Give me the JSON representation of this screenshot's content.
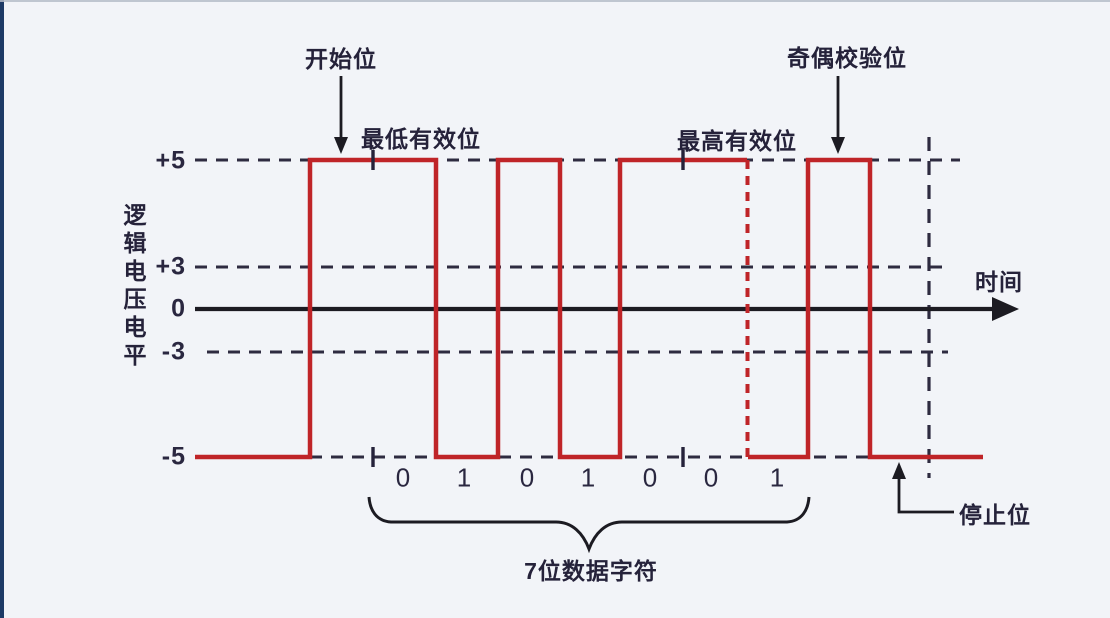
{
  "page": {
    "background": "#f2f4f8",
    "edge_strip_color": "#1d3a66"
  },
  "labels": {
    "start_bit": "开始位",
    "lsb": "最低有效位",
    "msb": "最高有效位",
    "parity_bit": "奇偶校验位",
    "stop_bit": "停止位",
    "time": "时间",
    "y_axis": "逻辑电压电平",
    "data_group": "7位数据字符"
  },
  "chart_data": {
    "type": "line",
    "subtype": "digital-serial-waveform",
    "xlabel": "时间",
    "ylabel": "逻辑电压电平",
    "ytick_labels": [
      "+5",
      "+3",
      "0",
      "-3",
      "-5"
    ],
    "y_levels": [
      5,
      3,
      0,
      -3,
      -5
    ],
    "dashed_gridlines_at": [
      5,
      3,
      -3,
      -5
    ],
    "data_bits": [
      "0",
      "1",
      "0",
      "1",
      "0",
      "0",
      "1"
    ],
    "segments": [
      {
        "label": "开始位",
        "level": "+5"
      },
      {
        "bit": "0",
        "level": "+5",
        "note": "最低有效位"
      },
      {
        "bit": "1",
        "level": "-5"
      },
      {
        "bit": "0",
        "level": "+5"
      },
      {
        "bit": "1",
        "level": "-5"
      },
      {
        "bit": "0",
        "level": "+5"
      },
      {
        "bit": "0",
        "level": "+5"
      },
      {
        "bit": "1",
        "level": "-5",
        "note": "最高有效位"
      },
      {
        "label": "奇偶校验位",
        "level": "+5"
      },
      {
        "label": "停止位",
        "level": "-5"
      }
    ],
    "colors": {
      "waveform": "#bf2428",
      "ink": "#2e2b40",
      "axis": "#1c1b22"
    },
    "legend": "none",
    "annotation_brace": "7位数据字符"
  }
}
